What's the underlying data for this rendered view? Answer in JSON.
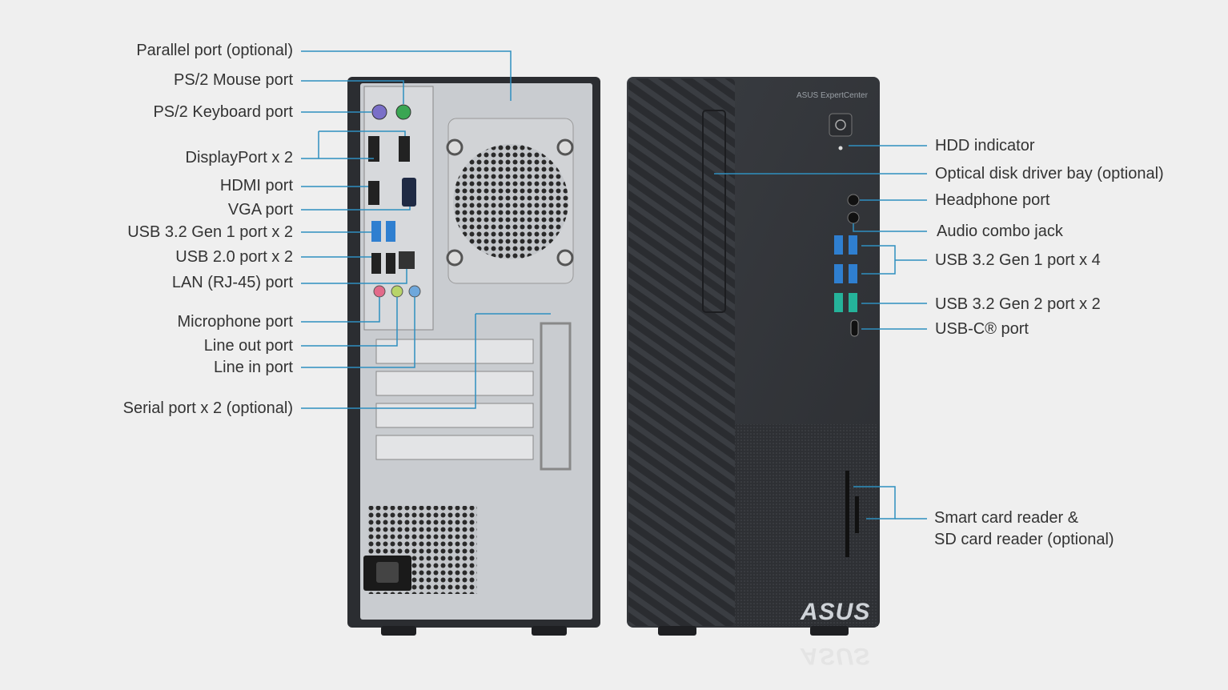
{
  "left_labels": [
    "Parallel port (optional)",
    "PS/2 Mouse port",
    "PS/2 Keyboard port",
    "DisplayPort x 2",
    "HDMI port",
    "VGA port",
    "USB 3.2 Gen 1 port x 2",
    "USB 2.0 port x 2",
    "LAN (RJ-45) port",
    "Microphone port",
    "Line out port",
    "Line in port",
    "Serial port x 2 (optional)"
  ],
  "right_labels": [
    "HDD indicator",
    "Optical disk driver bay (optional)",
    "Headphone port",
    "Audio combo jack",
    "USB 3.2 Gen 1 port x 4",
    "USB 3.2 Gen 2 port x 2",
    "USB-C® port"
  ],
  "card_reader_label": {
    "line1": "Smart card reader  &",
    "line2": "SD card reader (optional)"
  },
  "front_brand_small": "ASUS ExpertCenter",
  "front_logo": "ASUS",
  "colors": {
    "background": "#efefef",
    "leader_line": "#2f8fbf",
    "chassis_dark": "#2b2d31",
    "back_panel": "#c9ccd0",
    "usb3_blue": "#2f7fd0",
    "usb_gen2_teal": "#25b39a",
    "mic_pink": "#e26a8a",
    "lineout_green": "#b8d46a",
    "linein_blue": "#6fa8dc",
    "ps2_mouse_green": "#3aa653",
    "ps2_kb_purple": "#7a6fc8"
  }
}
